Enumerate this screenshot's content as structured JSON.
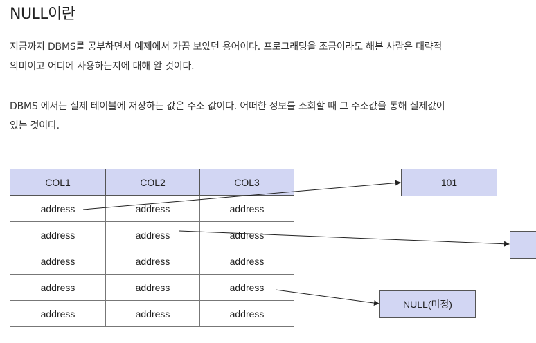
{
  "title": "NULL이란",
  "paragraph1": [
    "지금까지 DBMS를 공부하면서 예제에서 가끔 보았던 용어이다. 프로그래밍을 조금이라도 해본 사람은 대략적",
    "의미이고 어디에 사용하는지에 대해 알 것이다."
  ],
  "paragraph2": [
    "DBMS 에서는 실제 테이블에 저장하는 값은 주소 값이다. 어떠한 정보를 조회할 때 그 주소값을 통해 실제값이",
    "있는 것이다."
  ],
  "table": {
    "headers": [
      "COL1",
      "COL2",
      "COL3"
    ],
    "rows": [
      [
        "address",
        "address",
        "address"
      ],
      [
        "address",
        "address",
        "address"
      ],
      [
        "address",
        "address",
        "address"
      ],
      [
        "address",
        "address",
        "address"
      ],
      [
        "address",
        "address",
        "address"
      ]
    ]
  },
  "boxes": {
    "value_101": "101",
    "value_mid": "",
    "value_null": "NULL(미정)"
  },
  "colors": {
    "header_fill": "#d2d6f3",
    "border": "#555555",
    "text": "#222222"
  }
}
